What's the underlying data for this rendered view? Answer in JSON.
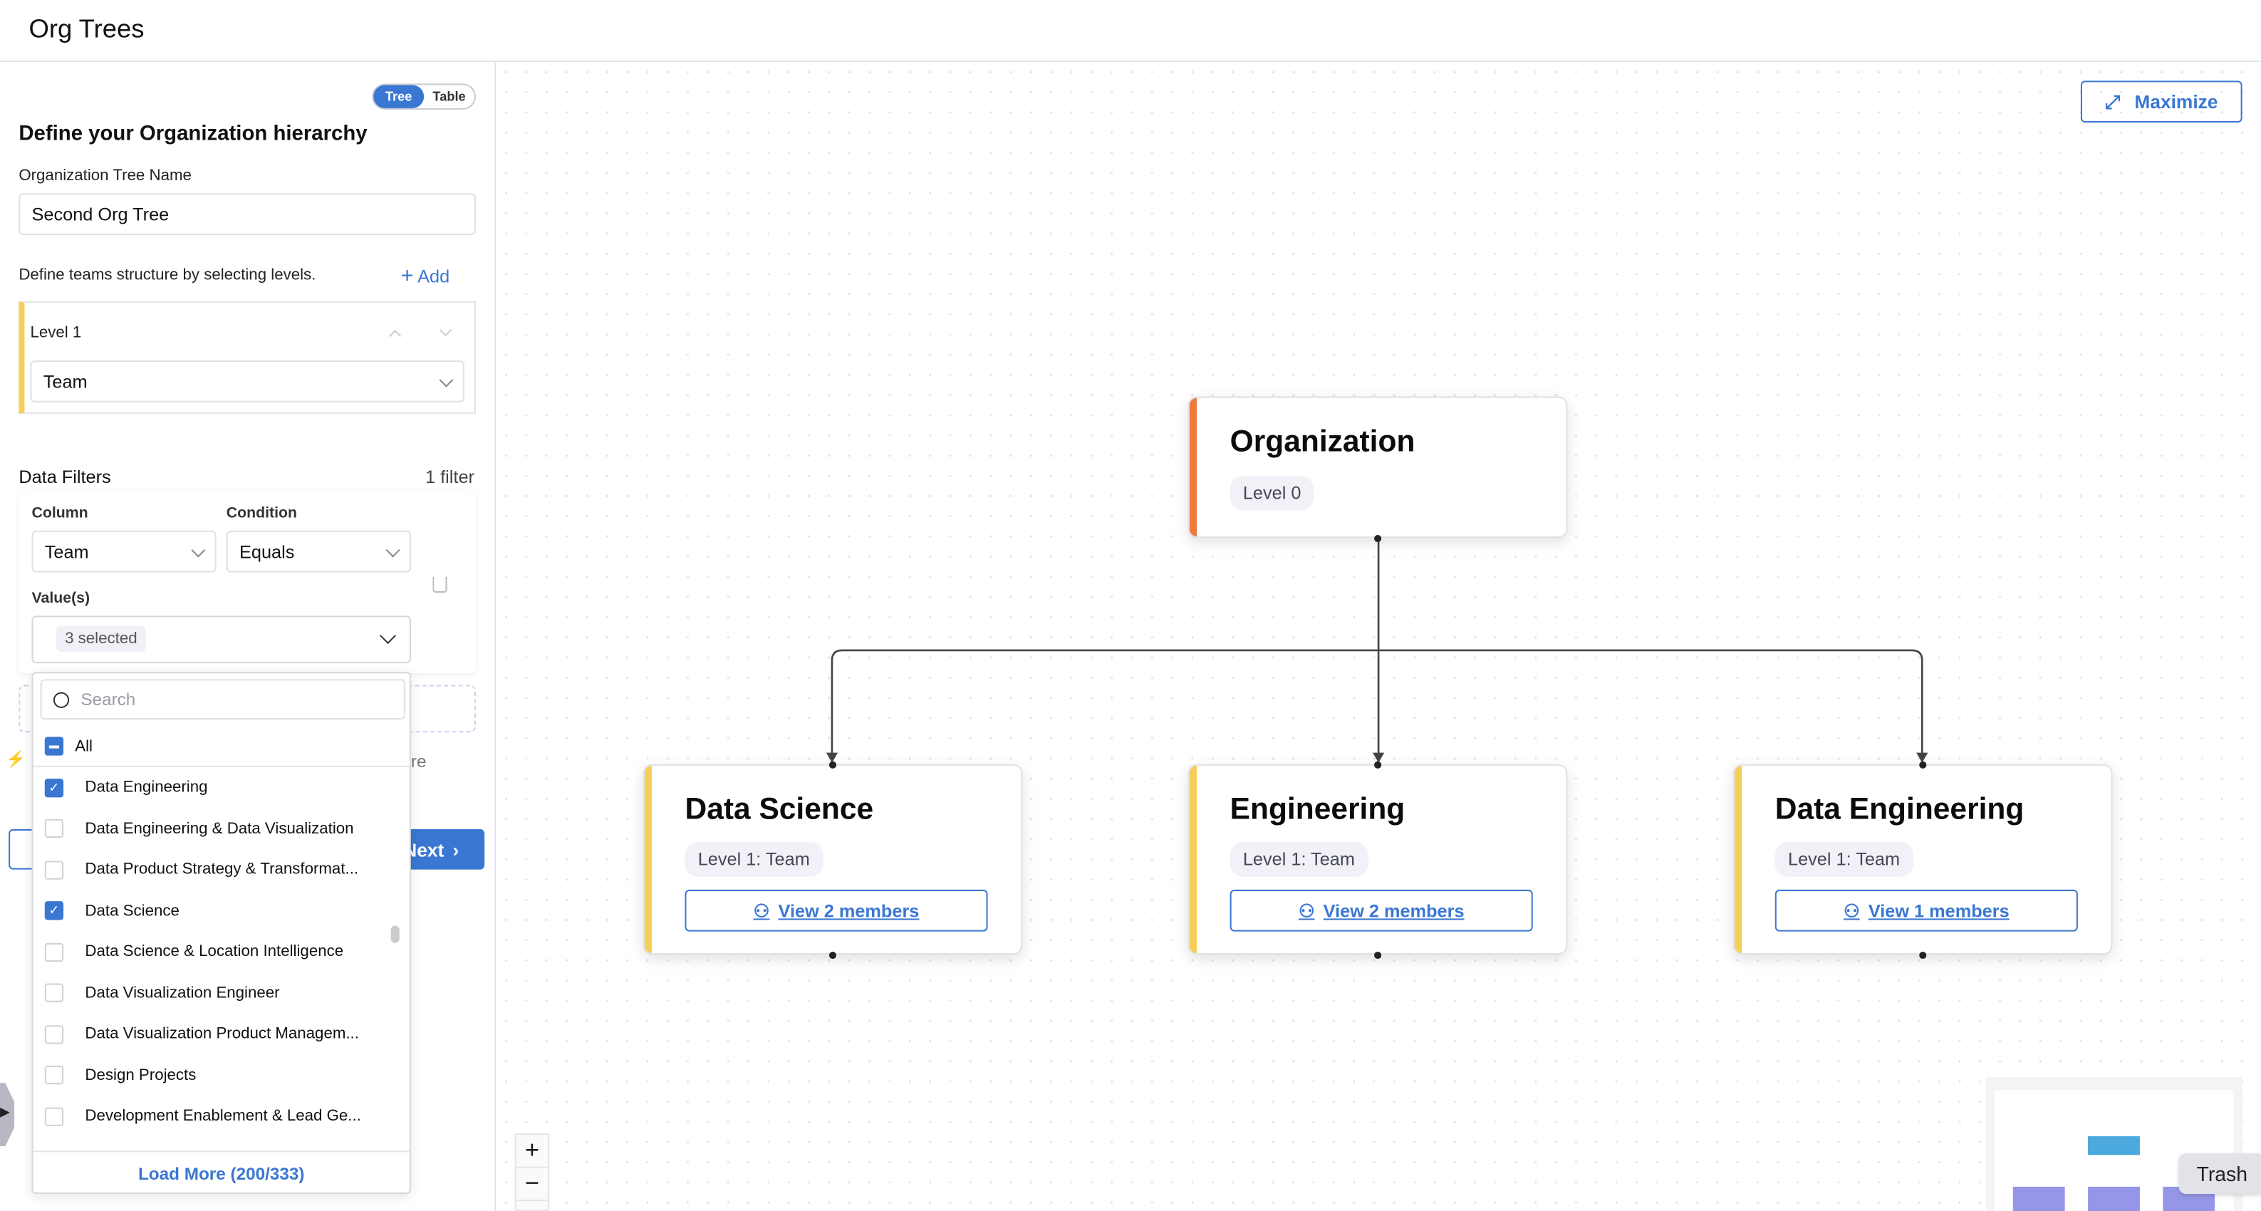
{
  "header": {
    "title": "Org Trees"
  },
  "panel": {
    "view_toggle": {
      "tree": "Tree",
      "table": "Table"
    },
    "heading": "Define your Organization hierarchy",
    "tree_name_label": "Organization Tree Name",
    "tree_name_value": "Second Org Tree",
    "levels_hint": "Define teams structure by selecting levels.",
    "add_label": "Add",
    "level": {
      "label": "Level 1",
      "value": "Team"
    },
    "filters_title": "Data Filters",
    "filters_count": "1 filter",
    "filter": {
      "column_label": "Column",
      "column_value": "Team",
      "condition_label": "Condition",
      "condition_value": "Equals",
      "values_label": "Value(s)",
      "values_chip": "3 selected"
    },
    "hidden_text": "re",
    "next_label": "Next"
  },
  "dropdown": {
    "search_placeholder": "Search",
    "all_label": "All",
    "items": [
      {
        "label": "Data Engineering",
        "checked": true
      },
      {
        "label": "Data Engineering & Data Visualization",
        "checked": false
      },
      {
        "label": "Data Product Strategy & Transformat...",
        "checked": false
      },
      {
        "label": "Data Science",
        "checked": true
      },
      {
        "label": "Data Science & Location Intelligence",
        "checked": false
      },
      {
        "label": "Data Visualization Engineer",
        "checked": false
      },
      {
        "label": "Data Visualization Product Managem...",
        "checked": false
      },
      {
        "label": "Design Projects",
        "checked": false
      },
      {
        "label": "Development Enablement & Lead Ge...",
        "checked": false
      }
    ],
    "load_more": "Load More (200/333)"
  },
  "canvas": {
    "maximize_label": "Maximize",
    "root": {
      "title": "Organization",
      "level": "Level 0",
      "color": "#ef7b3b"
    },
    "children": [
      {
        "title": "Data Science",
        "level": "Level 1: Team",
        "members": "View 2 members",
        "color": "#f5cf5a"
      },
      {
        "title": "Engineering",
        "level": "Level 1: Team",
        "members": "View 2 members",
        "color": "#f5cf5a"
      },
      {
        "title": "Data Engineering",
        "level": "Level 1: Team",
        "members": "View 1 members",
        "color": "#f5cf5a"
      }
    ],
    "zoom_in": "+",
    "zoom_out": "−"
  },
  "tooltip": {
    "text": "Trash"
  }
}
